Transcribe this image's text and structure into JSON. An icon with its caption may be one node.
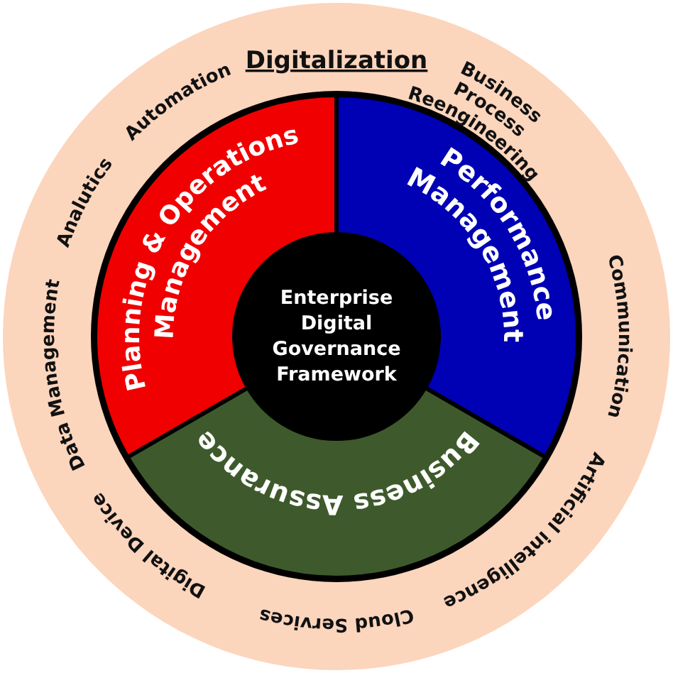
{
  "diagram": {
    "nodes": [
      {
        "text": [
          "Digitalization",
          "Business Process Reengineering",
          "Communication",
          "Artificial intelligence",
          "Cloud Services",
          "Digital Device",
          "Data Management",
          "Analutics",
          "Automation"
        ]
      },
      {
        "text": [
          "Performance Management"
        ],
        "in": 0
      },
      {
        "text": [
          "Business Assurance"
        ],
        "in": 0
      },
      {
        "text": [
          "Planning & Operations Management"
        ],
        "in": 0
      },
      {
        "text": [
          "Enterprise Digital Governance Framework"
        ],
        "in": 0
      }
    ]
  }
}
